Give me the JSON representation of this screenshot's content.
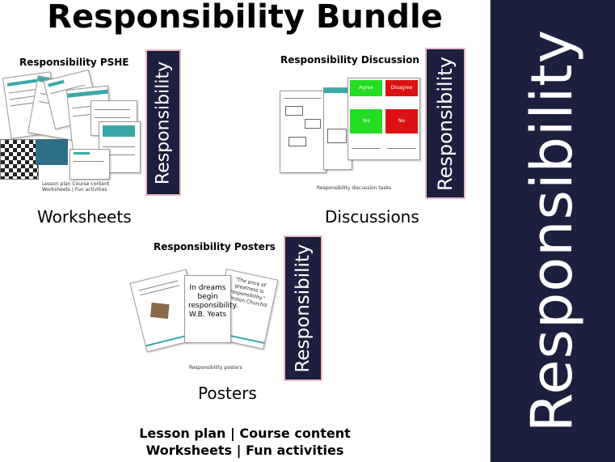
{
  "title": "Responsibility Bundle",
  "side_banner": {
    "text": "Responsibility"
  },
  "worksheets": {
    "panel_title": "Responsibility PSHE",
    "banner_text": "Responsibility",
    "caption": "Worksheets",
    "small_label_1": "Lesson plan   Course content",
    "small_label_2": "Worksheets | Fun activities"
  },
  "discussions": {
    "panel_title": "Responsibility Discussion",
    "banner_text": "Responsibility",
    "caption": "Discussions",
    "agree": "Agree",
    "disagree": "Disagree",
    "yes": "Yes",
    "no": "No",
    "footer": "Responsibility discussion tasks"
  },
  "posters": {
    "panel_title": "Responsibility Posters",
    "banner_text": "Responsibility",
    "caption": "Posters",
    "poster_quote_a": "In dreams begin responsibility. W.B. Yeats",
    "poster_quote_b": "\"The price of greatness is responsibility.\" Winston Churchill",
    "footer": "Responsibility posters"
  },
  "bottom": {
    "line1": "Lesson plan | Course content",
    "line2": "Worksheets | Fun activities"
  },
  "colors": {
    "navy": "#1d1f3e",
    "teal": "#3aa8a8",
    "green": "#22dd22",
    "red": "#dd1111",
    "pink_border": "#e7b8c6"
  }
}
